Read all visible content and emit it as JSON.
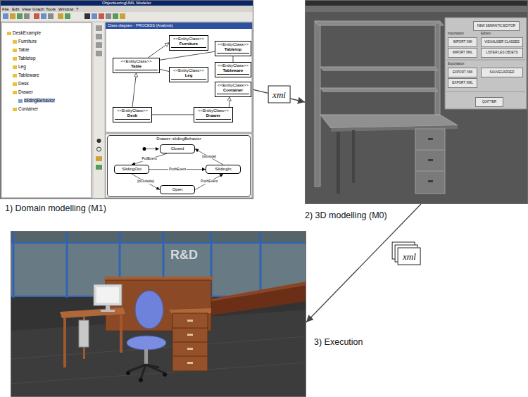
{
  "diagram": {
    "nodes": [
      {
        "text": [
          "1) Domain modelling (M1)"
        ]
      },
      {
        "text": [
          "<<EntityClass>>",
          "Furniture"
        ],
        "in": 0
      },
      {
        "text": [
          "<<EntityClass>>",
          "Table"
        ],
        "in": 0
      },
      {
        "text": [
          "<<EntityClass>>",
          "Tabletop"
        ],
        "in": 0
      },
      {
        "text": [
          "<<EntityClass>>",
          "Leg"
        ],
        "in": 0
      },
      {
        "text": [
          "<<EntityClass>>",
          "Tableware"
        ],
        "in": 0
      },
      {
        "text": [
          "<<EntityClass>>",
          "Container"
        ],
        "in": 0
      },
      {
        "text": [
          "<<EntityClass>>",
          "Desk"
        ],
        "in": 0
      },
      {
        "text": [
          "<<EntityClass>>",
          "Drawer"
        ],
        "in": 0
      },
      {
        "text": [
          "Drawer::slidingBehavior"
        ],
        "in": 0
      },
      {
        "text": [
          "Closed"
        ],
        "in": 9
      },
      {
        "text": [
          "SlidingOut"
        ],
        "in": 9
      },
      {
        "text": [
          "SlidingIn"
        ],
        "in": 9
      },
      {
        "text": [
          "Open"
        ],
        "in": 9
      },
      {
        "text": [
          "2) 3D modelling (M0)"
        ]
      },
      {
        "text": [
          "NEW SEMANTIC EDITOR"
        ],
        "in": 14
      },
      {
        "text": [
          "IMPORT XMI"
        ],
        "in": 14
      },
      {
        "text": [
          "IMPORT XML"
        ],
        "in": 14
      },
      {
        "text": [
          "VISUALISER CLASSES"
        ],
        "in": 14
      },
      {
        "text": [
          "LISTER LES OBJETS"
        ],
        "in": 14
      },
      {
        "text": [
          "EXPORT XMI"
        ],
        "in": 14
      },
      {
        "text": [
          "EXPORT XML"
        ],
        "in": 14
      },
      {
        "text": [
          "SAUVEGARDER"
        ],
        "in": 14
      },
      {
        "text": [
          "QUITTER"
        ],
        "in": 14
      },
      {
        "text": [
          "3) Execution"
        ]
      }
    ],
    "edges": [
      {
        "from": 0,
        "to": 14,
        "label": "xmi",
        "arrow": "to"
      },
      {
        "from": 14,
        "to": 24,
        "label": "xml",
        "arrow": "to"
      },
      {
        "from": 2,
        "to": 1,
        "arrow": "to"
      },
      {
        "from": 7,
        "to": 2,
        "arrow": "to"
      },
      {
        "from": 2,
        "to": 4,
        "arrow": "none"
      },
      {
        "from": 2,
        "to": 3,
        "arrow": "none"
      },
      {
        "from": 3,
        "to": 5,
        "arrow": "none"
      },
      {
        "from": 8,
        "to": 6,
        "arrow": "to"
      },
      {
        "from": 7,
        "to": 8,
        "arrow": "none"
      },
      {
        "from": 10,
        "to": 11,
        "label": "PullEvent",
        "arrow": "to"
      },
      {
        "from": 11,
        "to": 12,
        "label": "PushEvent",
        "arrow": "to"
      },
      {
        "from": 12,
        "to": 10,
        "label": "[isInside]",
        "arrow": "to"
      },
      {
        "from": 11,
        "to": 13,
        "label": "[isOutside]",
        "arrow": "to"
      },
      {
        "from": 13,
        "to": 12,
        "label": "PushEvent",
        "arrow": "to"
      }
    ],
    "labels": [
      "ObjecteeringUML Modeler",
      "File",
      "Edit",
      "View",
      "Graph",
      "Tools",
      "Window",
      "?",
      "Class diagram - PROCESS (Analysis)",
      "DeskExample",
      "Furniture",
      "Table",
      "Tabletop",
      "Leg",
      "Tableware",
      "Desk",
      "Drawer",
      "slidingBehavior",
      "Container",
      "Importation",
      "Edition",
      "Exportation",
      "R&D"
    ]
  }
}
